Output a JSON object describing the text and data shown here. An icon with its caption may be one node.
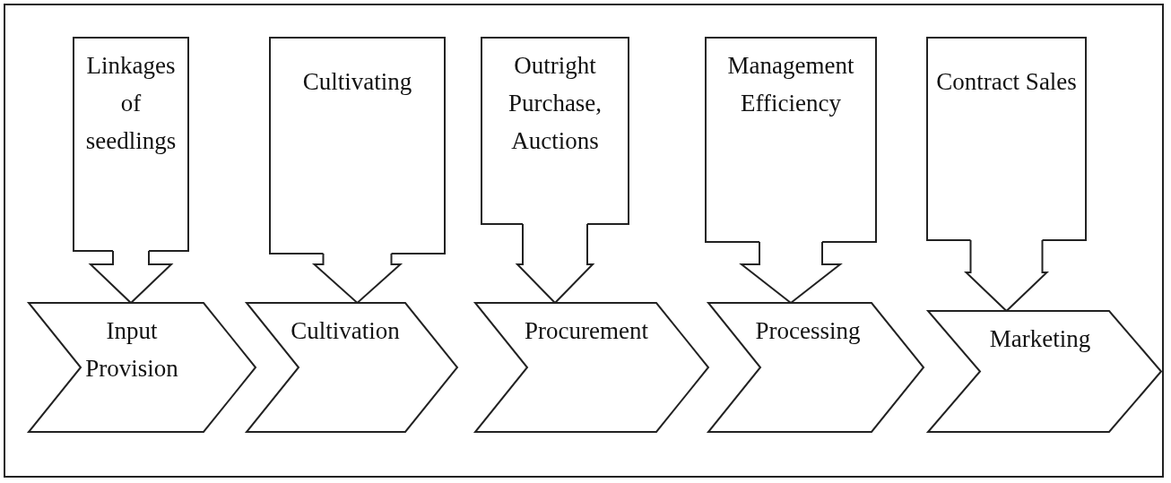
{
  "diagram": {
    "nodes": [
      {
        "text": [
          "Linkages of seedlings"
        ]
      },
      {
        "text": [
          "Cultivating"
        ]
      },
      {
        "text": [
          "Outright Purchase, Auctions"
        ]
      },
      {
        "text": [
          "Management Efficiency"
        ]
      },
      {
        "text": [
          "Contract Sales"
        ]
      },
      {
        "text": [
          "Input Provision"
        ]
      },
      {
        "text": [
          "Cultivation"
        ]
      },
      {
        "text": [
          "Procurement"
        ]
      },
      {
        "text": [
          "Processing"
        ]
      },
      {
        "text": [
          "Marketing"
        ]
      }
    ],
    "edges": [
      {
        "from": 0,
        "to": 5,
        "arrow": "to"
      },
      {
        "from": 1,
        "to": 6,
        "arrow": "to"
      },
      {
        "from": 2,
        "to": 7,
        "arrow": "to"
      },
      {
        "from": 3,
        "to": 8,
        "arrow": "to"
      },
      {
        "from": 4,
        "to": 9,
        "arrow": "to"
      }
    ]
  }
}
